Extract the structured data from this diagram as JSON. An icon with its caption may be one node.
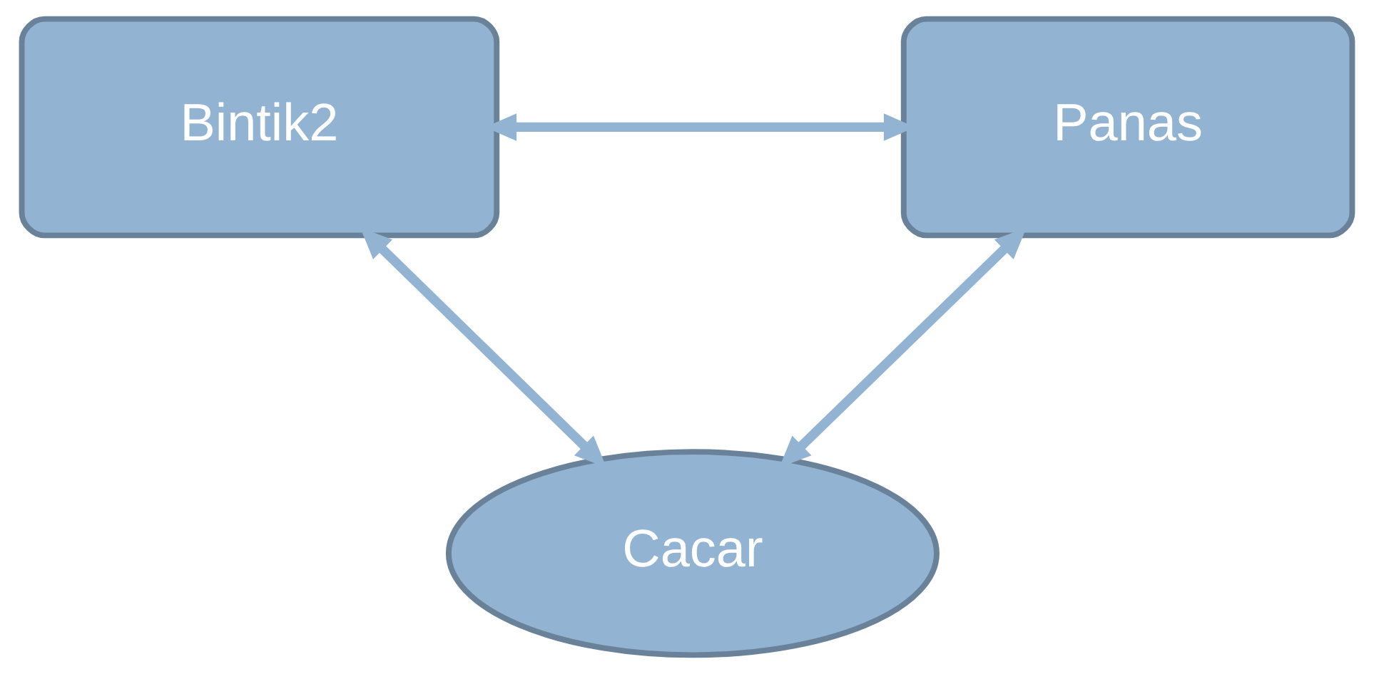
{
  "diagram": {
    "nodes": [
      {
        "text": [
          "Bintik2"
        ]
      },
      {
        "text": [
          "Panas"
        ]
      },
      {
        "text": [
          "Cacar"
        ]
      }
    ],
    "edges": [
      {
        "from": 0,
        "to": 1,
        "arrow": "both"
      },
      {
        "from": 0,
        "to": 2,
        "arrow": "both"
      },
      {
        "from": 1,
        "to": 2,
        "arrow": "both"
      }
    ]
  }
}
